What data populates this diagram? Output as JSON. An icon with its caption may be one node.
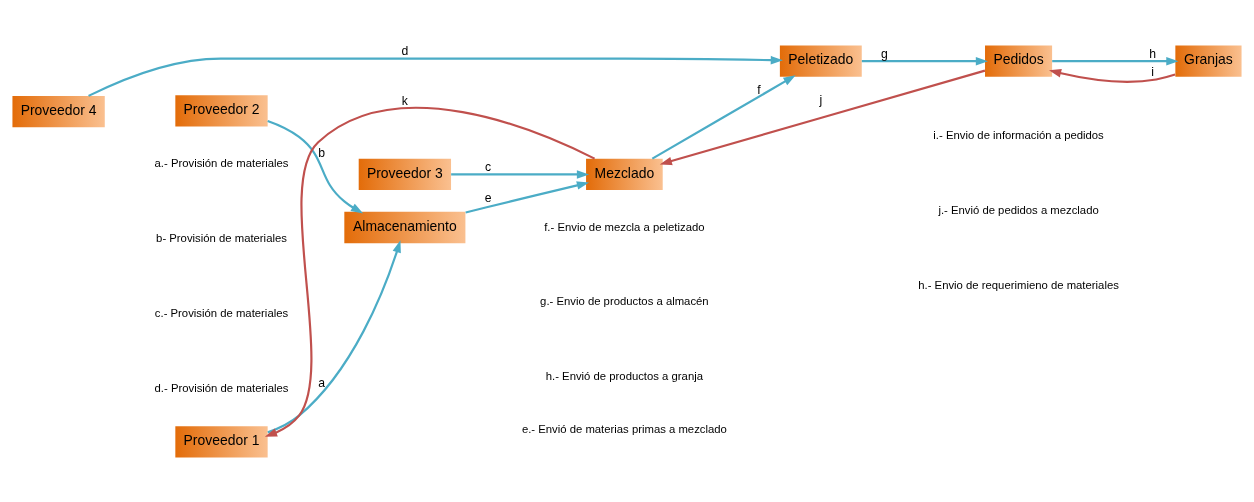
{
  "diagram": {
    "nodes": [
      {
        "text": [
          "Proveedor 1"
        ]
      },
      {
        "text": [
          "Proveedor 2"
        ]
      },
      {
        "text": [
          "Proveedor 3"
        ]
      },
      {
        "text": [
          "Proveedor 4"
        ]
      },
      {
        "text": [
          "Almacenamiento"
        ]
      },
      {
        "text": [
          "Mezclado"
        ]
      },
      {
        "text": [
          "Peletizado"
        ]
      },
      {
        "text": [
          "Pedidos"
        ]
      },
      {
        "text": [
          "Granjas"
        ]
      }
    ],
    "edges": [
      {
        "from": 0,
        "to": 4,
        "arrow": "to",
        "label": "a"
      },
      {
        "from": 1,
        "to": 4,
        "arrow": "to",
        "label": "b"
      },
      {
        "from": 2,
        "to": 5,
        "arrow": "to",
        "label": "c"
      },
      {
        "from": 3,
        "to": 6,
        "arrow": "to",
        "label": "d"
      },
      {
        "from": 4,
        "to": 5,
        "arrow": "to",
        "label": "e"
      },
      {
        "from": 5,
        "to": 6,
        "arrow": "to",
        "label": "f"
      },
      {
        "from": 6,
        "to": 7,
        "arrow": "to",
        "label": "g"
      },
      {
        "from": 7,
        "to": 8,
        "arrow": "to",
        "label": "h"
      },
      {
        "from": 8,
        "to": 7,
        "arrow": "to",
        "label": "i",
        "color": "#c0504d"
      },
      {
        "from": 7,
        "to": 5,
        "arrow": "to",
        "label": "j",
        "color": "#c0504d"
      },
      {
        "from": 5,
        "to": 0,
        "arrow": "to",
        "label": "k",
        "color": "#c0504d"
      }
    ],
    "labels": [
      "a.- Provisión de materiales",
      "e.- Envió de materias primas a mezclado",
      "i.- Envio de información a pedidos",
      "b- Provisión de materiales",
      "f.- Envio de mezcla a peletizado",
      "j.- Envió de pedidos a mezclado",
      "c.- Provisión de materiales",
      "g.- Envio de productos a almacén",
      "h.- Envio de requerimieno de materiales",
      "d.- Provisión de materiales",
      "h.- Envió de productos a granja"
    ]
  }
}
